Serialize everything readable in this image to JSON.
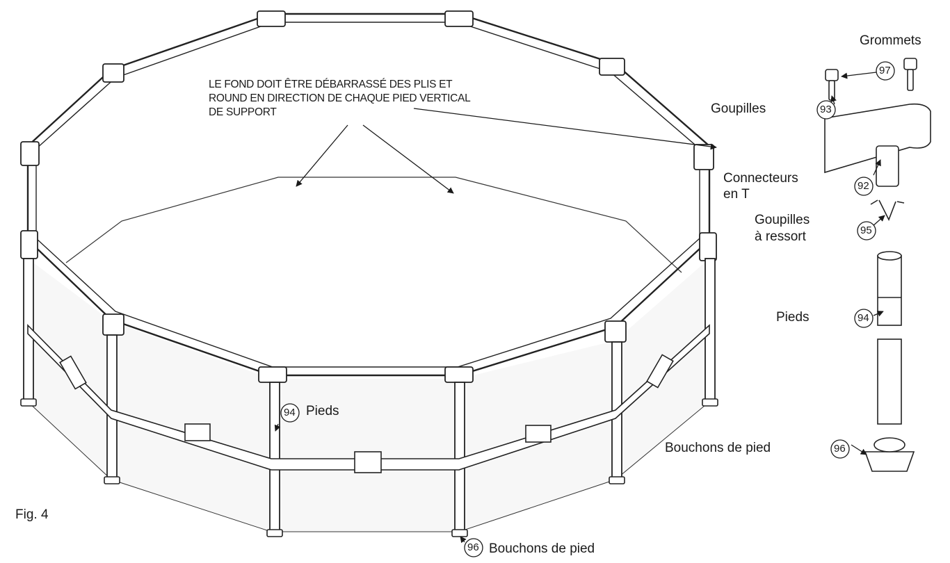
{
  "figure_label": "Fig. 4",
  "note_lines": [
    "LE FOND DOIT ÊTRE DÉBARRASSÉ DES PLIS ET",
    "ROUND EN DIRECTION DE CHAQUE PIED VERTICAL",
    "DE SUPPORT"
  ],
  "callouts": {
    "grommets": {
      "text": "Grommets",
      "num": "97"
    },
    "goupilles": {
      "text": "Goupilles",
      "num": "93"
    },
    "connecteurs": {
      "text": "Connecteurs",
      "text2": "en T",
      "num": "92"
    },
    "goupilles_ressort": {
      "text": "Goupilles",
      "text2": "à ressort",
      "num": "95"
    },
    "pieds_right": {
      "text": "Pieds",
      "num": "94"
    },
    "bouchons_right": {
      "text": "Bouchons de pied",
      "num": "96"
    },
    "pieds_pool": {
      "text": "Pieds",
      "num": "94"
    },
    "bouchons_pool": {
      "text": "Bouchons de pied",
      "num": "96"
    }
  }
}
